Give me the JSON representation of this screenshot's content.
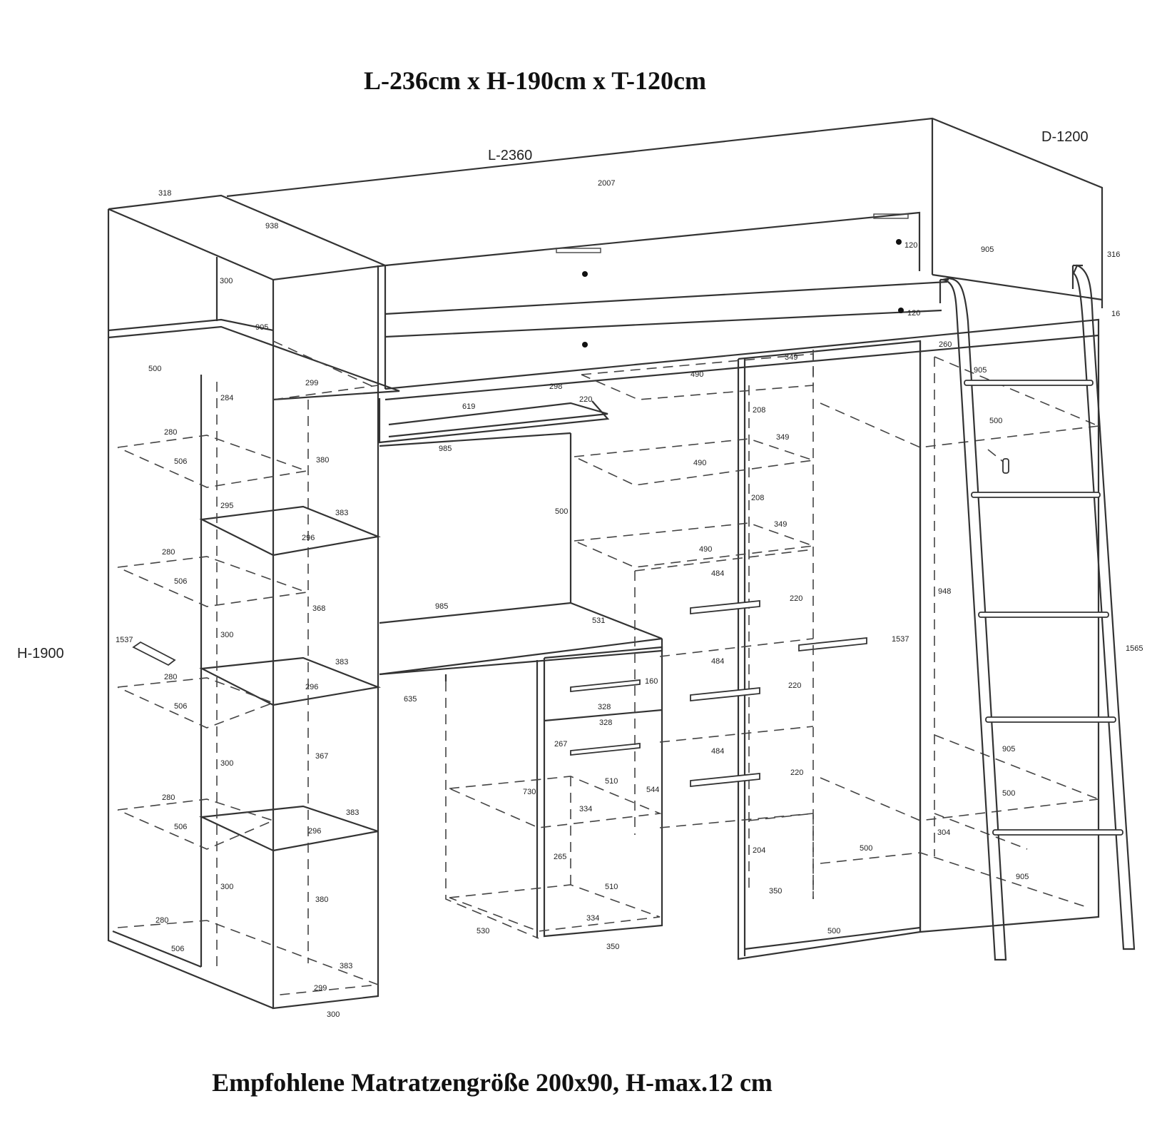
{
  "header": {
    "title": "L-236cm x H-190cm x T-120cm"
  },
  "footer": {
    "note": "Empfohlene Matratzengröße 200x90, H-max.12 cm"
  },
  "overall": {
    "length": "L-2360",
    "height": "H-1900",
    "depth": "D-1200"
  },
  "labels": {
    "shelf_top_w": "318",
    "shelf_top_d": "938",
    "bed_len": "2007",
    "rail_h1": "120",
    "rail_h2": "120",
    "ladder_d": "905",
    "ladder_top": "316",
    "ladder_th": "16",
    "s_300a": "300",
    "s_905a": "905",
    "s_500a": "500",
    "s_299a": "299",
    "s_284": "284",
    "s_280a": "280",
    "s_506a": "506",
    "s_380a": "380",
    "s_295": "295",
    "s_383a": "383",
    "s_296a": "296",
    "s_280b": "280",
    "s_506b": "506",
    "s_368": "368",
    "s_300b": "300",
    "s_1537a": "1537",
    "s_383b": "383",
    "s_280c": "280",
    "s_296b": "296",
    "s_506c": "506",
    "s_300c": "300",
    "s_367": "367",
    "s_280d": "280",
    "s_383c": "383",
    "s_506d": "506",
    "s_296c": "296",
    "s_300d": "300",
    "s_380b": "380",
    "s_280e": "280",
    "s_506e": "506",
    "s_383d": "383",
    "s_299b": "299",
    "s_300e": "300",
    "d_298": "298",
    "d_220": "220",
    "d_619": "619",
    "d_985a": "985",
    "d_500": "500",
    "d_985b": "985",
    "d_531": "531",
    "d_635": "635",
    "d_160": "160",
    "d_328a": "328",
    "d_328b": "328",
    "d_267": "267",
    "d_730": "730",
    "d_510a": "510",
    "d_544": "544",
    "d_334a": "334",
    "d_265": "265",
    "d_510b": "510",
    "d_334b": "334",
    "d_530": "530",
    "d_350": "350",
    "c_490a": "490",
    "c_349a": "349",
    "c_208a": "208",
    "c_349b": "349",
    "c_490b": "490",
    "c_208b": "208",
    "c_349c": "349",
    "c_490c": "490",
    "c_484a": "484",
    "c_220a": "220",
    "c_484b": "484",
    "c_220b": "220",
    "c_484c": "484",
    "c_220c": "220",
    "c_204": "204",
    "c_350": "350",
    "w_260": "260",
    "w_905a": "905",
    "w_500a": "500",
    "w_948": "948",
    "w_1537": "1537",
    "w_905b": "905",
    "w_500b": "500",
    "w_304": "304",
    "w_500c": "500",
    "w_905c": "905",
    "w_500d": "500",
    "w_1565": "1565"
  }
}
